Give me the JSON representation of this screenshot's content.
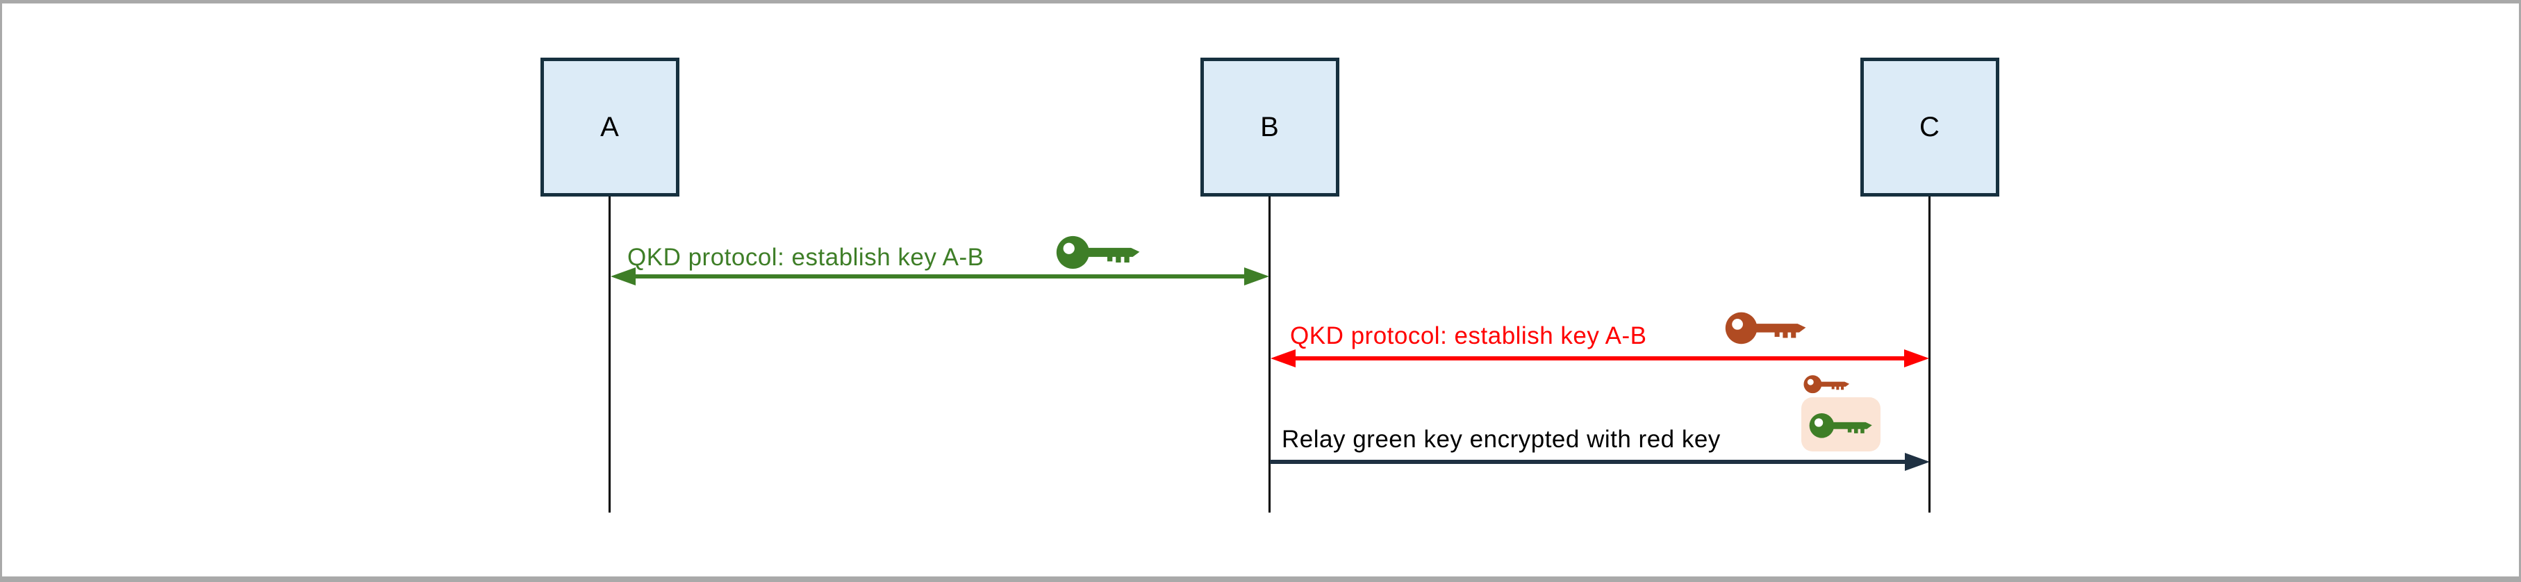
{
  "actors": [
    {
      "label": "A"
    },
    {
      "label": "B"
    },
    {
      "label": "C"
    }
  ],
  "messages": {
    "qkd_ab": {
      "label": "QKD protocol: establish key A-B",
      "from": "A",
      "to": "B",
      "arrow": "double-headed",
      "icon": "green-key-icon"
    },
    "qkd_bc": {
      "label": "QKD protocol: establish key A-B",
      "from": "B",
      "to": "C",
      "arrow": "double-headed",
      "icon": "dark-red-key-icon"
    },
    "relay": {
      "label": "Relay green key encrypted with red key",
      "from": "B",
      "to": "C",
      "arrow": "single-headed-right",
      "icons": [
        "small-red-key-icon",
        "green-key-in-envelope-icon"
      ]
    }
  },
  "colors": {
    "background": "#ffffff",
    "frame_border": "#a9a9a9",
    "actor_fill": "#dcebf7",
    "actor_border": "#16303f",
    "lifeline": "#000000",
    "green": "#3e7e27",
    "red": "#ff0000",
    "dark_red_key": "#b04b22",
    "relay_arrow": "#1f3142",
    "envelope_fill": "#fbe4d5",
    "key_hole": "#ffffff",
    "text": "#000000"
  }
}
